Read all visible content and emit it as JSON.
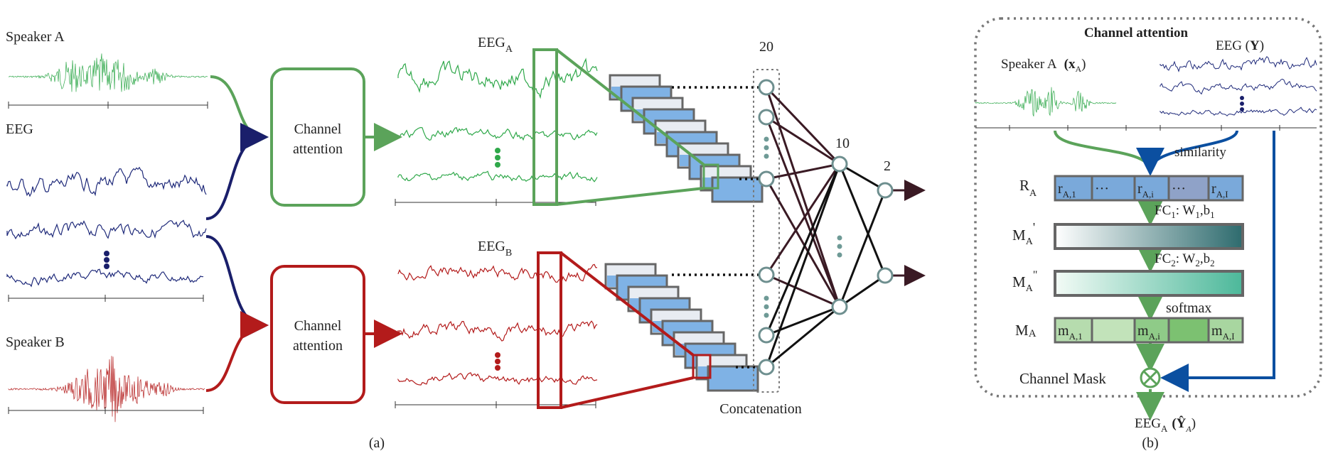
{
  "panel_a": {
    "caption": "(a)",
    "speaker_a_label": "Speaker A",
    "eeg_label": "EEG",
    "speaker_b_label": "Speaker B",
    "attention_box_top": [
      "Channel",
      "attention"
    ],
    "attention_box_bottom": [
      "Channel",
      "attention"
    ],
    "eeg_a_label": "EEG",
    "eeg_a_sub": "A",
    "eeg_b_label": "EEG",
    "eeg_b_sub": "B",
    "layer_sizes": [
      "20",
      "10",
      "2"
    ],
    "concat_label": "Concatenation"
  },
  "panel_b": {
    "caption": "(b)",
    "title": "Channel attention",
    "speaker_label": "Speaker A",
    "speaker_symbol": "(x",
    "speaker_symbol_sub": "A",
    "speaker_symbol_close": ")",
    "eeg_label": "EEG (",
    "eeg_symbol": "Y",
    "eeg_close": ")",
    "similarity_label": "similarity",
    "r_label": "R",
    "r_sub": "A",
    "r_cells": [
      {
        "main": "r",
        "sub": "A,1"
      },
      {
        "main": "···",
        "sub": ""
      },
      {
        "main": "r",
        "sub": "A,i"
      },
      {
        "main": "···",
        "sub": ""
      },
      {
        "main": "r",
        "sub": "A,I"
      }
    ],
    "fc1_label": "FC",
    "fc1_sub": "1",
    "fc1_params": ": W",
    "fc1_w_sub": "1",
    "fc1_b": ",b",
    "fc1_b_sub": "1",
    "m1_label": "M",
    "m1_sub": "A",
    "m1_prime": "'",
    "fc2_label": "FC",
    "fc2_sub": "2",
    "fc2_params": ": W",
    "fc2_w_sub": "2",
    "fc2_b": ",b",
    "fc2_b_sub": "2",
    "m2_label": "M",
    "m2_sub": "A",
    "m2_prime": "\"",
    "softmax_label": "softmax",
    "m3_label": "M",
    "m3_sub": "A",
    "m_cells": [
      {
        "main": "m",
        "sub": "A,1"
      },
      {
        "main": "",
        "sub": ""
      },
      {
        "main": "m",
        "sub": "A,i"
      },
      {
        "main": "",
        "sub": ""
      },
      {
        "main": "m",
        "sub": "A,I"
      }
    ],
    "mask_label": "Channel Mask",
    "output_label": "EEG",
    "output_sub": "A",
    "output_symbol": "(Ŷ",
    "output_symbol_sub": "A",
    "output_close": ")"
  },
  "colors": {
    "speaker_a": "#2fa84a",
    "speaker_b": "#b31b1b",
    "eeg": "#1f2a7a",
    "box_green": "#5ba35a",
    "box_red": "#b31b1b",
    "arrow_blue": "#0b4fa0",
    "conv_blue": "#7fb2e5",
    "conv_gray": "#e8ecf2",
    "neuron": "#6e8f8f",
    "edge_dark": "#3a1a24"
  }
}
